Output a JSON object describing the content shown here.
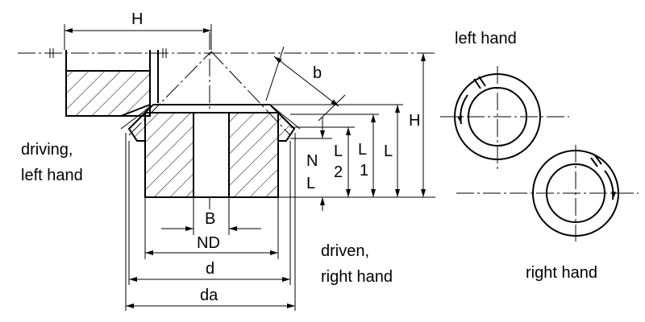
{
  "labels": {
    "H_top": "H",
    "H_right": "H",
    "b": "b",
    "N": "N",
    "L_under_N": "L",
    "L_of_L2": "L",
    "two": "2",
    "L_of_L1": "L",
    "one": "1",
    "L": "L",
    "B": "B",
    "ND": "ND",
    "d": "d",
    "da": "da",
    "driving_line1": "driving,",
    "driving_line2": "left hand",
    "driven_line1": "driven,",
    "driven_line2": "right hand",
    "left_hand": "left hand",
    "right_hand": "right hand"
  }
}
